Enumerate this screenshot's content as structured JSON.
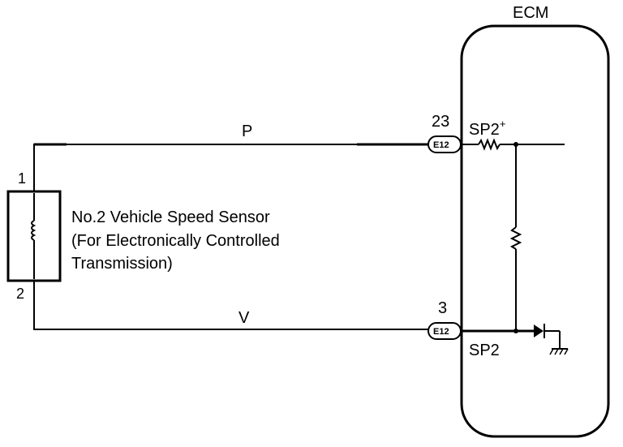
{
  "ecm": {
    "title": "ECM"
  },
  "sensor": {
    "name_line1": "No.2 Vehicle Speed Sensor",
    "name_line2": "(For Electronically Controlled",
    "name_line3": "Transmission)",
    "pin_top": "1",
    "pin_bottom": "2"
  },
  "wires": {
    "top_color": "P",
    "bottom_color": "V"
  },
  "connectors": {
    "top": {
      "id": "E12",
      "pin": "23",
      "signal": "SP2",
      "signal_sup": "+"
    },
    "bottom": {
      "id": "E12",
      "pin": "3",
      "signal": "SP2"
    }
  }
}
